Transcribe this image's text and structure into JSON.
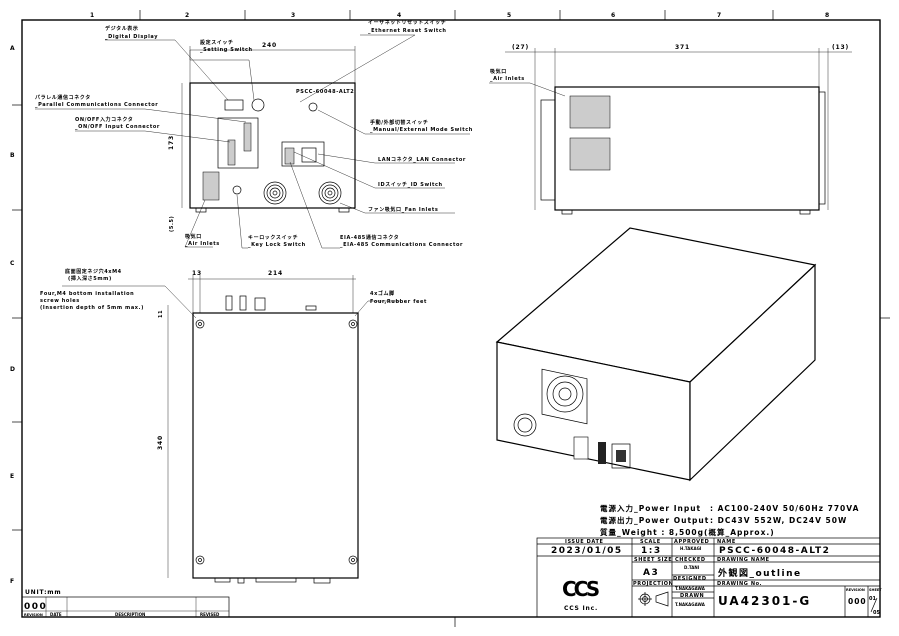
{
  "grid": {
    "columns": [
      "1",
      "2",
      "3",
      "4",
      "5",
      "6",
      "7",
      "8"
    ],
    "rows": [
      "A",
      "B",
      "C",
      "D",
      "E",
      "F"
    ]
  },
  "front_view": {
    "width_dim": "240",
    "height_dim": "173",
    "foot_dim": "(5.5)",
    "panel_label": "PSCC-60048-ALT2",
    "callouts": {
      "digital_display_jp": "デジタル表示",
      "digital_display_en": "_Digital Display",
      "setting_switch_jp": "設定スイッチ",
      "setting_switch_en": "_Setting Switch",
      "ethernet_reset_jp": "イーサネットリセットスイッチ",
      "ethernet_reset_en": "_Ethernet Reset Switch",
      "parallel_jp": "パラレル通信コネクタ",
      "parallel_en": "_Parallel Communications Connector",
      "onoff_jp": "ON/OFF入力コネクタ",
      "onoff_en": "_ON/OFF Input Connector",
      "manual_ext_jp": "手動/外部切替スイッチ",
      "manual_ext_en": "_Manual/External Mode Switch",
      "lan": "LANコネクタ_LAN Connector",
      "id_switch": "IDスイッチ_ID Switch",
      "fan_inlets": "ファン吸気口_Fan Inlets",
      "air_inlets_jp": "吸気口",
      "air_inlets_en": "_Air Inlets",
      "key_lock_jp": "キーロックスイッチ",
      "key_lock_en": "_Key Lock Switch",
      "eia485_jp": "EIA-485通信コネクタ",
      "eia485_en": "_EIA-485 Communications Connector"
    }
  },
  "side_view": {
    "dim_left": "(27)",
    "dim_main": "371",
    "dim_right": "(13)",
    "air_inlets_jp": "吸気口",
    "air_inlets_en": "_Air Inlets"
  },
  "bottom_view": {
    "dim_left": "13",
    "dim_main": "214",
    "dim_height": "340",
    "dim_small": "11",
    "screw_jp_1": "底面固定ネジ穴4xM4",
    "screw_jp_2": "(挿入深さ5mm)",
    "screw_en_1": "Four,M4 bottom installation",
    "screw_en_2": "screw holes",
    "screw_en_3": "(Insertion depth of 5mm max.)",
    "feet_jp": "4xゴム脚",
    "feet_en": "Four,Rubber feet"
  },
  "specs": {
    "power_input_label": "電源入力_Power Input",
    "power_input_value": ": AC100-240V 50/60Hz 770VA",
    "power_output_label": "電源出力_Power Output",
    "power_output_value": ": DC43V 552W, DC24V 50W",
    "weight": "質量_Weight : 8,500g(概算_Approx.)"
  },
  "title_block": {
    "issue_date_label": "ISSUE DATE",
    "issue_date": "2023/01/05",
    "scale_label": "SCALE",
    "scale": "1:3",
    "approved_label": "APPROVED",
    "approved": "H.TAKAGI",
    "name_label": "NAME",
    "name": "PSCC-60048-ALT2",
    "checked_label": "CHECKED",
    "checked": "D.TANI",
    "sheet_size_label": "SHEET SIZE",
    "sheet_size": "A3",
    "drawing_name_label": "DRAWING NAME",
    "drawing_name": "外観図_outline",
    "designed_label": "DESIGNED",
    "designed": "T.NAKAGAWA",
    "projection_label": "PROJECTION",
    "drawing_no_label": "DRAWING No.",
    "drawing_no": "UA42301-G",
    "drawn_label": "DRAWN",
    "drawn": "T.NAKAGAWA",
    "revision_label": "REVISION",
    "revision": "000",
    "sheet_label": "SHEET",
    "sheet_num": "01",
    "sheet_total": "05",
    "company_logo": "CCS",
    "company": "CCS Inc."
  },
  "revision_block": {
    "unit": "UNIT:mm",
    "revision": "000",
    "headers": [
      "REVISION",
      "DATE",
      "DESCRIPTION",
      "REVISED"
    ]
  }
}
